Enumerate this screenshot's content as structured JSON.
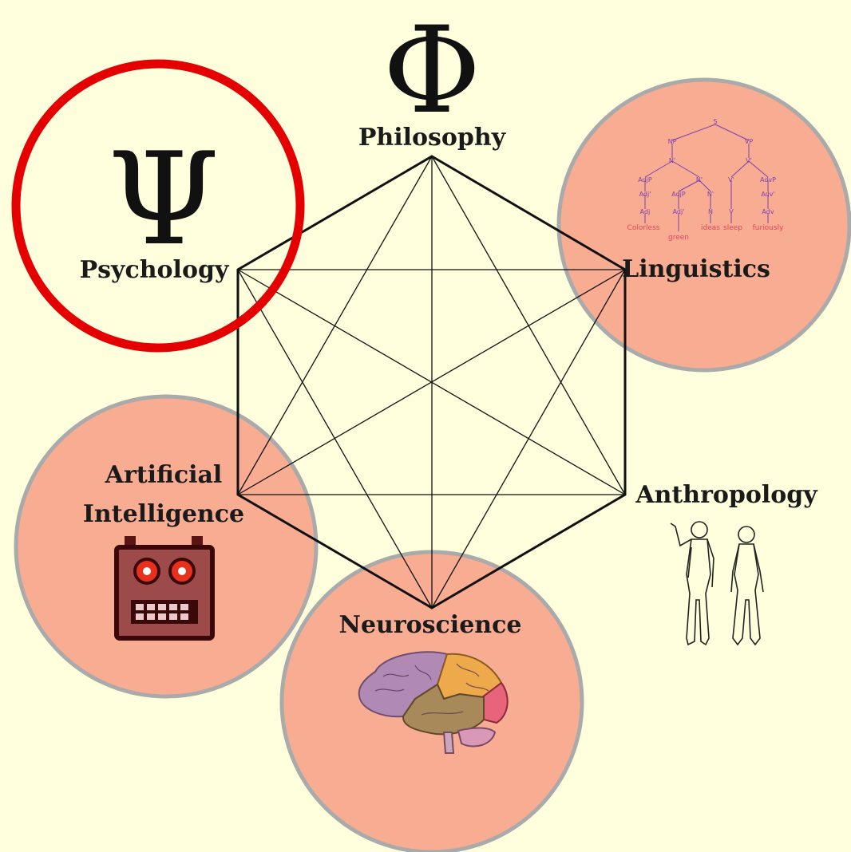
{
  "colors": {
    "background": "#FFFFDD",
    "circle_fill": "#F8AD92",
    "circle_stroke": "#AAAAAA",
    "highlight_ring": "#E40000"
  },
  "nodes": {
    "philosophy": {
      "label": "Philosophy",
      "glyph": "Φ"
    },
    "psychology": {
      "label": "Psychology",
      "glyph": "Ψ"
    },
    "linguistics": {
      "label": "Linguistics",
      "icon": "syntax-tree-icon"
    },
    "anthropology": {
      "label": "Anthropology",
      "icon": "human-figures-icon"
    },
    "neuroscience": {
      "label": "Neuroscience",
      "icon": "brain-icon"
    },
    "ai": {
      "label_line1": "Artificial",
      "label_line2": "Intelligence",
      "icon": "robot-face-icon"
    }
  },
  "linguistics_tree": {
    "words": [
      "Colorless",
      "green",
      "ideas",
      "sleep",
      "furiously"
    ]
  }
}
